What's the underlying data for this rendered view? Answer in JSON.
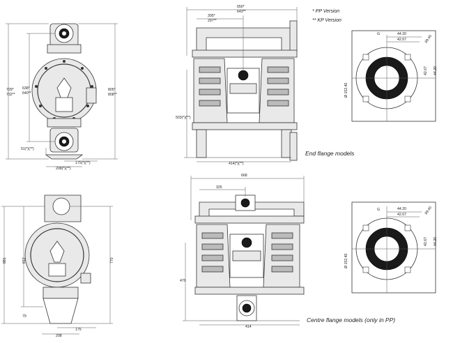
{
  "legend": {
    "pp_version": "*  PP Version",
    "kp_version": "** KP Version"
  },
  "captions": {
    "end_flange": "End flange models",
    "centre_flange": "Centre flange models (only in PP)"
  },
  "top_front": {
    "height_left_a": "729*",
    "height_left_b": "732**",
    "height_inner_a": "638*",
    "height_inner_b": "640**",
    "height_right_a": "805*",
    "height_right_b": "808**",
    "bottom_small": "51(*)(**)",
    "bottom_mid": "175(*)(**)",
    "bottom_wide": "208(*)(**)"
  },
  "top_side": {
    "width_top_a": "650*",
    "width_top_b": "643**",
    "half_a": "305*",
    "half_b": "297**",
    "height_left": "503(*)(**)",
    "base_width": "414(*)(**)"
  },
  "flange_top": {
    "g": "G",
    "d1": "44.20",
    "d2": "42.67",
    "bolt": "89.40",
    "dia": "Ø 152.40",
    "v1": "42.67",
    "v2": "44.20"
  },
  "bottom_front": {
    "h_left": "881",
    "h_inner": "812",
    "h_right": "770",
    "h_small": "79",
    "w_mid": "175",
    "w_wide": "208"
  },
  "bottom_side": {
    "width_top": "668",
    "half": "325",
    "height_left": "470",
    "base_width": "414"
  },
  "flange_bottom": {
    "g": "G",
    "d1": "44.20",
    "d2": "42.67",
    "bolt": "89.40",
    "dia": "Ø 152.40",
    "v1": "42.67",
    "v2": "44.20"
  }
}
